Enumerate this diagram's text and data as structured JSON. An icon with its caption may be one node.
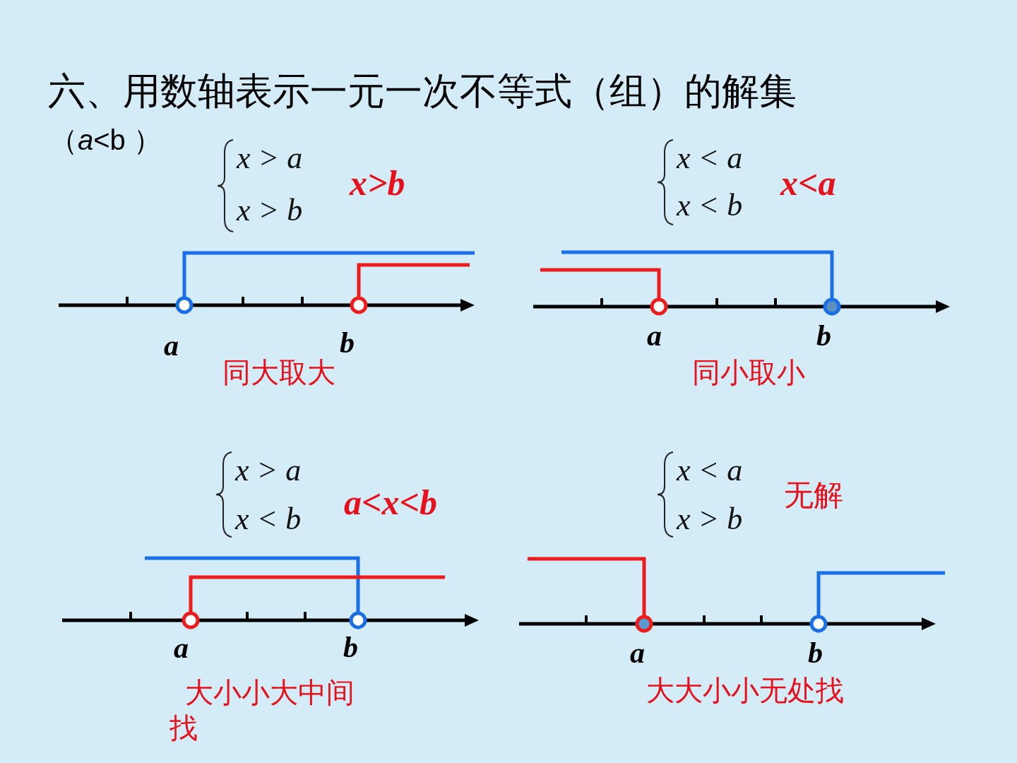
{
  "diagram": {
    "title": "六、用数轴表示一元一次不等式（组）的解集",
    "labels": [
      "（*a*<b ）",
      "x > a",
      "x > b",
      "x>b",
      "a",
      "b",
      "同大取大",
      "x < a",
      "x < b",
      "x<a",
      "a",
      "b",
      "同小取小",
      "x > a",
      "x < b",
      "a<x<b",
      "a",
      "b",
      "大小小大中间找",
      "x < a",
      "x > b",
      "无解",
      "a",
      "b",
      "大大小小无处找"
    ]
  }
}
